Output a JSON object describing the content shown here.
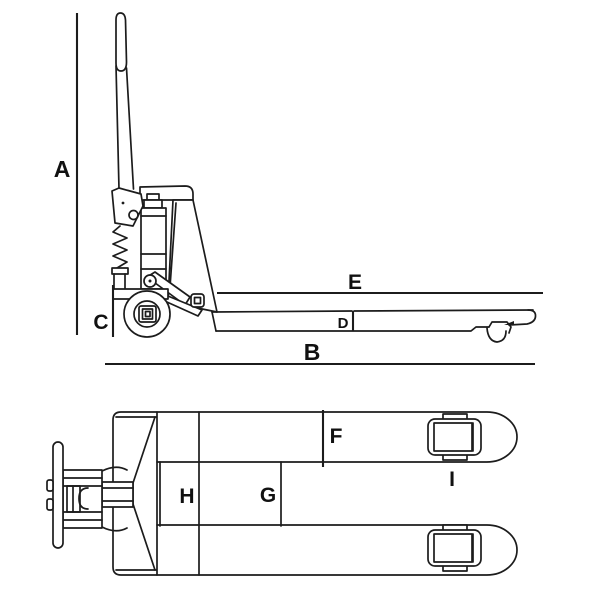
{
  "colors": {
    "background": "#ffffff",
    "line": "#1c1c1c",
    "label": "#111111"
  },
  "side_view": {
    "labels": {
      "a": "A",
      "b": "B",
      "c": "C",
      "d": "D",
      "e": "E"
    }
  },
  "top_view": {
    "labels": {
      "f": "F",
      "g": "G",
      "h": "H",
      "i": "I"
    }
  }
}
